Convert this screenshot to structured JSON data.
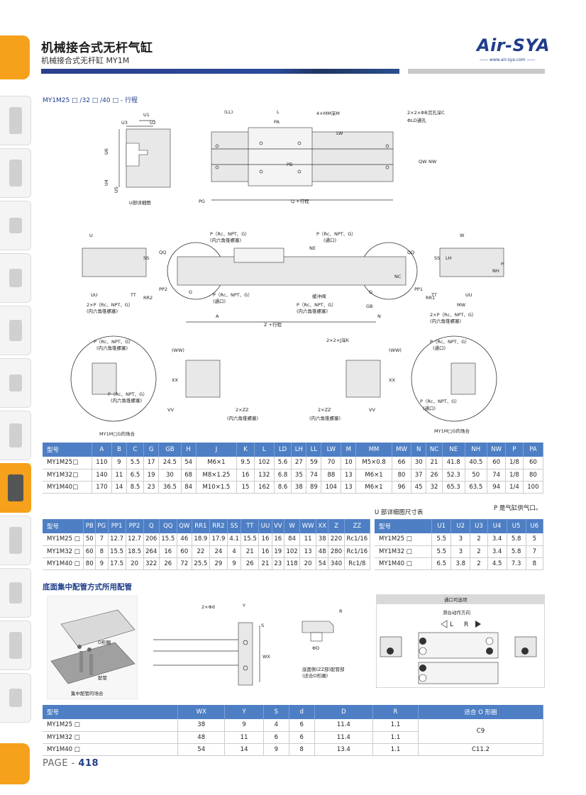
{
  "header": {
    "title": "机械接合式无杆气缸",
    "subtitle": "机械接合式无杆缸 MY1M"
  },
  "logo": {
    "brand": "Air-SYA",
    "url": "—— www.air-sya.com ——"
  },
  "model_line": "MY1M25 □ /32 □ /40 □ - 行程",
  "drawings": {
    "top": {
      "caption_u_detail": "U部详细图",
      "u_labels": [
        "U1",
        "U2",
        "U3",
        "U4",
        "U5",
        "U6"
      ],
      "labels": {
        "ll": "(LL)",
        "l": "L",
        "pa": "PA",
        "mm": "4×MM深M",
        "lw": "LW",
        "pb": "PB",
        "counterbore": "2×2×ΦB沉孔深C",
        "ld": "ΦLD通孔",
        "qw": "QW",
        "nw": "NW",
        "pg": "PG",
        "q": "Q +行程"
      }
    },
    "middle": {
      "labels": {
        "u": "U",
        "ss": "SS",
        "qq": "QQ",
        "rr2": "RR2",
        "pp2": "PP2",
        "uu": "UU",
        "tt": "TT",
        "two_p": "2×P（Rc、NPT、G）",
        "plug": "(内六角锥螺塞)",
        "p": "P（Rc、NPT、G）",
        "p_plug": "(内六角锥螺塞)",
        "p_port": "(通口)",
        "g": "G",
        "a": "A",
        "z": "Z +行程",
        "ne": "NE",
        "nc": "NC",
        "gb": "GB",
        "n": "N",
        "cushion": "缓冲阀",
        "w": "W",
        "lh": "LH",
        "nh": "NH",
        "h": "H",
        "pp1": "PP1",
        "rr1": "RR1",
        "mw": "MW"
      }
    },
    "bottom": {
      "labels": {
        "ww": "(WW)",
        "xx": "XX",
        "vv": "VV",
        "zz": "2×ZZ",
        "zz_plug": "(内六角锥螺塞)",
        "jk": "2×2×J深K",
        "p": "P（Rc、NPT、G）",
        "p_port": "(通口)",
        "p_plug": "(内六角锥螺塞)"
      },
      "caption_left": "MY1M□G的场合",
      "caption_right": "MY1M□G的场合"
    }
  },
  "table1": {
    "headers": [
      "型号",
      "A",
      "B",
      "C",
      "G",
      "GB",
      "H",
      "J",
      "K",
      "L",
      "LD",
      "LH",
      "LL",
      "LW",
      "M",
      "MM",
      "MW",
      "N",
      "NC",
      "NE",
      "NH",
      "NW",
      "P",
      "PA"
    ],
    "rows": [
      [
        "MY1M25□",
        "110",
        "9",
        "5.5",
        "17",
        "24.5",
        "54",
        "M6×1",
        "9.5",
        "102",
        "5.6",
        "27",
        "59",
        "70",
        "10",
        "M5×0.8",
        "66",
        "30",
        "21",
        "41.8",
        "40.5",
        "60",
        "1/8",
        "60"
      ],
      [
        "MY1M32□",
        "140",
        "11",
        "6.5",
        "19",
        "30",
        "68",
        "M8×1.25",
        "16",
        "132",
        "6.8",
        "35",
        "74",
        "88",
        "13",
        "M6×1",
        "80",
        "37",
        "26",
        "52.3",
        "50",
        "74",
        "1/8",
        "80"
      ],
      [
        "MY1M40□",
        "170",
        "14",
        "8.5",
        "23",
        "36.5",
        "84",
        "M10×1.5",
        "15",
        "162",
        "8.6",
        "38",
        "89",
        "104",
        "13",
        "M6×1",
        "96",
        "45",
        "32",
        "65.3",
        "63.5",
        "94",
        "1/4",
        "100"
      ]
    ],
    "note": "P 是气缸供气口。"
  },
  "table2": {
    "headers": [
      "型号",
      "PB",
      "PG",
      "PP1",
      "PP2",
      "Q",
      "QQ",
      "QW",
      "RR1",
      "RR2",
      "SS",
      "TT",
      "UU",
      "VV",
      "W",
      "WW",
      "XX",
      "Z",
      "ZZ"
    ],
    "rows": [
      [
        "MY1M25 □",
        "50",
        "7",
        "12.7",
        "12.7",
        "206",
        "15.5",
        "46",
        "18.9",
        "17.9",
        "4.1",
        "15.5",
        "16",
        "16",
        "84",
        "11",
        "38",
        "220",
        "Rc1/16"
      ],
      [
        "MY1M32 □",
        "60",
        "8",
        "15.5",
        "18.5",
        "264",
        "16",
        "60",
        "22",
        "24",
        "4",
        "21",
        "16",
        "19",
        "102",
        "13",
        "48",
        "280",
        "Rc1/16"
      ],
      [
        "MY1M40 □",
        "80",
        "9",
        "17.5",
        "20",
        "322",
        "26",
        "72",
        "25.5",
        "29",
        "9",
        "26",
        "21",
        "23",
        "118",
        "20",
        "54",
        "340",
        "Rc1/8"
      ]
    ]
  },
  "table_u": {
    "caption": "U 部详细图尺寸表",
    "headers": [
      "型号",
      "U1",
      "U2",
      "U3",
      "U4",
      "U5",
      "U6"
    ],
    "rows": [
      [
        "MY1M25 □",
        "5.5",
        "3",
        "2",
        "3.4",
        "5.8",
        "5"
      ],
      [
        "MY1M32 □",
        "5.5",
        "3",
        "2",
        "3.4",
        "5.8",
        "7"
      ],
      [
        "MY1M40 □",
        "6.5",
        "3.8",
        "2",
        "4.5",
        "7.3",
        "8"
      ]
    ]
  },
  "section": {
    "heading": "底面集中配管方式所用配管",
    "photo": {
      "o_ring": "O形圈",
      "pipe": "配管",
      "caption": "集中配管的场合"
    },
    "detail": {
      "holes": "2×Φd",
      "y": "Y",
      "s": "S",
      "wx": "WX",
      "r": "R",
      "d": "ΦD",
      "caption_1": "底面侧(ZZ部)配管部",
      "caption_2": "(适合O形圈)"
    },
    "port_box": {
      "title": "通口可选项",
      "direction": "滑台动作方向",
      "left": "L",
      "right": "R"
    }
  },
  "table3": {
    "headers": [
      "型号",
      "WX",
      "Y",
      "S",
      "d",
      "D",
      "R",
      "适合 O 形圈"
    ],
    "rows": [
      [
        "MY1M25 □",
        "38",
        "9",
        "4",
        "6",
        "11.4",
        "1.1",
        "C9"
      ],
      [
        "MY1M32 □",
        "48",
        "11",
        "6",
        "6",
        "11.4",
        "1.1",
        ""
      ],
      [
        "MY1M40 □",
        "54",
        "14",
        "9",
        "8",
        "13.4",
        "1.1",
        "C11.2"
      ]
    ]
  },
  "footer": {
    "page_prefix": "PAGE - ",
    "page_number": "418"
  }
}
